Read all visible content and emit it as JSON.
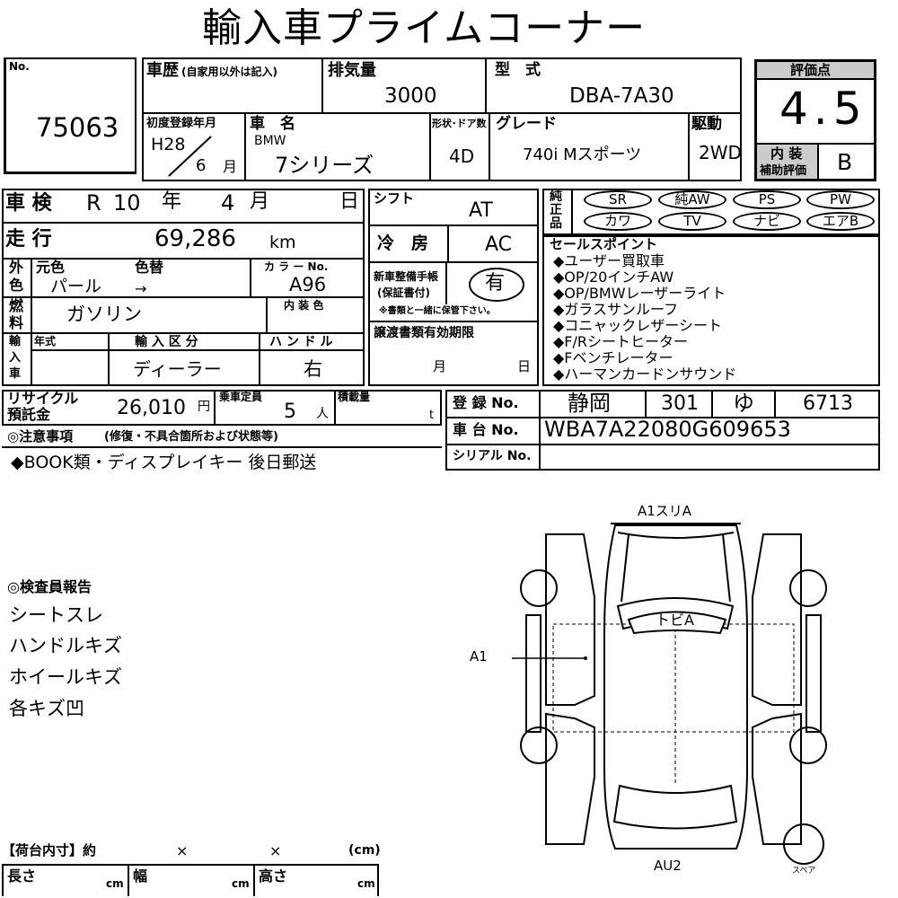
{
  "title": "輸入車プライムコーナー",
  "no_label": "No.",
  "no_value": "75063",
  "history_label": "車歴",
  "history_note": "(自家用以外は記入)",
  "displacement_label": "排気量",
  "displacement_value": "3000",
  "model_label": "型　式",
  "model_value": "DBA-7A30",
  "score_label": "評価点",
  "score_value": "4.5",
  "interior_label_1": "内 装",
  "interior_label_2": "補助評価",
  "interior_value": "B",
  "first_reg_label": "初度登録年月",
  "first_reg_year": "H28",
  "first_reg_month": "6",
  "month_unit": "月",
  "car_name_label": "車　名",
  "car_maker": "BMW",
  "car_name": "7シリーズ",
  "body_label": "形状･ドア数",
  "body_value": "4D",
  "grade_label": "グレード",
  "grade_value": "740i Mスポーツ",
  "drive_label": "駆動",
  "drive_value": "2WD",
  "inspection_label": "車 検",
  "inspection_era": "R",
  "inspection_year": "10",
  "year_unit": "年",
  "inspection_month": "4",
  "day_unit": "日",
  "mileage_label": "走 行",
  "mileage_value": "69,286",
  "mileage_unit": "km",
  "ext_label_1": "外",
  "ext_label_2": "色",
  "orig_color_label": "元色",
  "color_change_label": "色替",
  "orig_color_value": "パール",
  "color_change_value": "→",
  "color_no_label": "カ ラ ー No.",
  "color_no_value": "A96",
  "fuel_label_1": "燃",
  "fuel_label_2": "料",
  "fuel_value": "ガソリン",
  "interior_color_label": "内 装 色",
  "import_label_1": "輸",
  "import_label_2": "入",
  "import_label_3": "車",
  "model_year_label": "年式",
  "import_type_label": "輸 入 区 分",
  "import_type_value": "ディーラー",
  "handle_label": "ハ ン ド ル",
  "handle_value": "右",
  "shift_label": "シフト",
  "shift_value": "AT",
  "ac_label": "冷　房",
  "ac_value": "AC",
  "manual_label_1": "新車整備手帳",
  "manual_label_2": "(保証書付)",
  "manual_value": "有",
  "manual_note": "※書類と一緒に保管下さい。",
  "transfer_label": "譲渡書類有効期限",
  "transfer_month_unit": "月",
  "transfer_day_unit": "日",
  "equip_label_1": "純",
  "equip_label_2": "正",
  "equip_label_3": "品",
  "equipment": [
    "SR",
    "純AW",
    "PS",
    "PW",
    "カワ",
    "TV",
    "ナビ",
    "エアB"
  ],
  "sales_label": "セールスポイント",
  "sales_points": [
    "◆ユーザー買取車",
    "◆OP/20インチAW",
    "◆OP/BMWレーザーライト",
    "◆ガラスサンルーフ",
    "◆コニャックレザーシート",
    "◆F/Rシートヒーター",
    "◆Fベンチレーター",
    "◆ハーマンカードンサウンド"
  ],
  "recycle_label_1": "リサイクル",
  "recycle_label_2": "預託金",
  "recycle_value": "26,010",
  "recycle_unit": "円",
  "capacity_label": "乗車定員",
  "capacity_value": "5",
  "capacity_unit": "人",
  "load_label": "積載量",
  "load_unit": "t",
  "reg_label": "登 録 No.",
  "reg_area": "静岡",
  "reg_class": "301",
  "reg_kana": "ゆ",
  "reg_number": "6713",
  "chassis_label": "車 台 No.",
  "chassis_value": "WBA7A22080G609653",
  "serial_label": "シリアル No.",
  "notes_label": "◎注意事項",
  "notes_sub": "(修復・不具合箇所および状態等)",
  "notes_value": "◆BOOK類・ディスプレイキー 後日郵送",
  "inspector_label": "◎検査員報告",
  "inspector_items": [
    "シートスレ",
    "ハンドルキズ",
    "ホイールキズ",
    "各キズ凹"
  ],
  "diagram_labels": {
    "top": "A1スリA",
    "roof": "トビA",
    "left": "A1",
    "bottom": "AU2",
    "spare": "スペア"
  },
  "cargo_label": "【荷台内寸】約",
  "cargo_x1": "×",
  "cargo_x2": "×",
  "cargo_unit": "(cm)",
  "length_label": "長さ",
  "width_label": "幅",
  "height_label": "高さ",
  "cm_unit": "cm"
}
